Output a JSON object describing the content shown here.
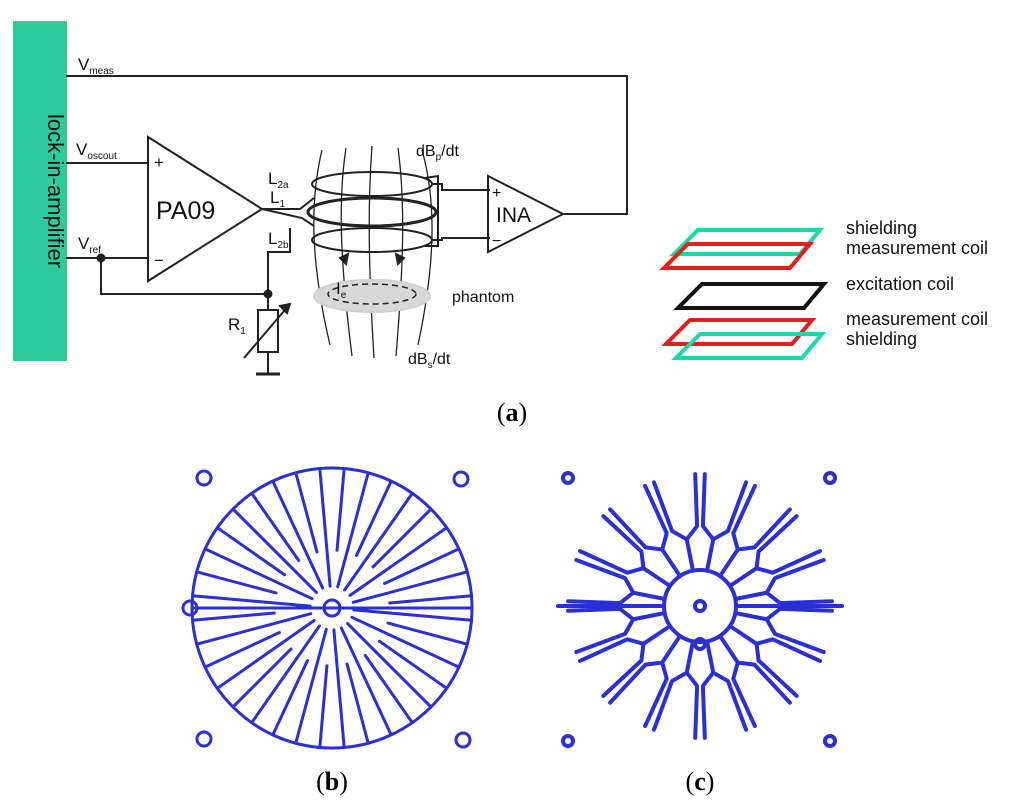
{
  "panel_a": {
    "amplifier_label": "lock-in-amplifier",
    "signals": {
      "v_meas": {
        "main": "V",
        "sub": "meas"
      },
      "v_oscout": {
        "main": "V",
        "sub": "oscout"
      },
      "v_ref": {
        "main": "V",
        "sub": "ref"
      }
    },
    "power_amp_label": "PA09",
    "plus_sign": "+",
    "minus_sign": "−",
    "ina_label": "INA",
    "coils": {
      "l2a": {
        "main": "L",
        "sub": "2a"
      },
      "l1": {
        "main": "L",
        "sub": "1"
      },
      "l2b": {
        "main": "L",
        "sub": "2b"
      }
    },
    "flux_primary": {
      "pre": "dB",
      "sub": "p",
      "post": "/dt"
    },
    "flux_secondary": {
      "pre": "dB",
      "sub": "s",
      "post": "/dt"
    },
    "eddy_current": {
      "main": "I",
      "sub": "e"
    },
    "phantom_label": "phantom",
    "resistor": {
      "main": "R",
      "sub": "1"
    },
    "layer_labels": {
      "shielding_top": "shielding",
      "measurement_top": "measurement coil",
      "excitation": "excitation coil",
      "measurement_bottom": "measurement coil",
      "shielding_bottom": "shielding"
    },
    "colors": {
      "amplifier": "#2ecc9a",
      "shield": "#1ed6a8",
      "measurement": "#e0201a",
      "excitation": "#111111"
    }
  },
  "captions": {
    "a": {
      "open": "(",
      "letter": "a",
      "close": ")"
    },
    "b": {
      "open": "(",
      "letter": "b",
      "close": ")"
    },
    "c": {
      "open": "(",
      "letter": "c",
      "close": ")"
    }
  },
  "coil_color": "#2a2fd6"
}
